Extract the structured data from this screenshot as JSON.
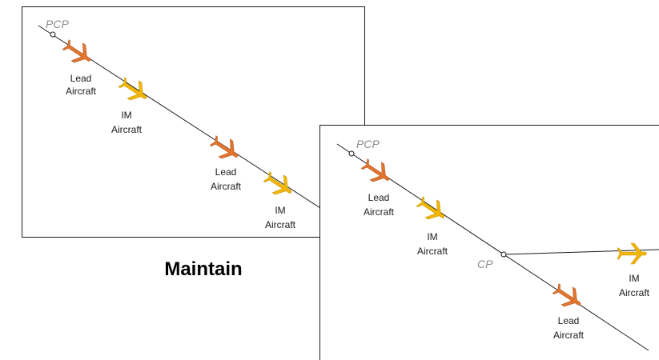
{
  "colors": {
    "lead": "#e2762f",
    "im": "#f2b705",
    "line": "#1a1a1a",
    "point_label": "#8c8c8c"
  },
  "maintain_panel": {
    "title": "Maintain",
    "pcp_label": "PCP",
    "aircraft": [
      {
        "role": "lead",
        "icon": "airplane-icon",
        "label_line1": "Lead",
        "label_line2": "Aircraft"
      },
      {
        "role": "im",
        "icon": "airplane-icon",
        "label_line1": "IM",
        "label_line2": "Aircraft"
      },
      {
        "role": "lead",
        "icon": "airplane-icon",
        "label_line1": "Lead",
        "label_line2": "Aircraft"
      },
      {
        "role": "im",
        "icon": "airplane-icon",
        "label_line1": "IM",
        "label_line2": "Aircraft"
      }
    ]
  },
  "capture_panel": {
    "pcp_label": "PCP",
    "cp_label": "CP",
    "aircraft": [
      {
        "role": "lead",
        "icon": "airplane-icon",
        "label_line1": "Lead",
        "label_line2": "Aircraft"
      },
      {
        "role": "im",
        "icon": "airplane-icon",
        "label_line1": "IM",
        "label_line2": "Aircraft"
      },
      {
        "role": "lead",
        "icon": "airplane-icon",
        "label_line1": "Lead",
        "label_line2": "Aircraft"
      },
      {
        "role": "im",
        "icon": "airplane-icon",
        "label_line1": "IM",
        "label_line2": "Aircraft"
      }
    ]
  }
}
